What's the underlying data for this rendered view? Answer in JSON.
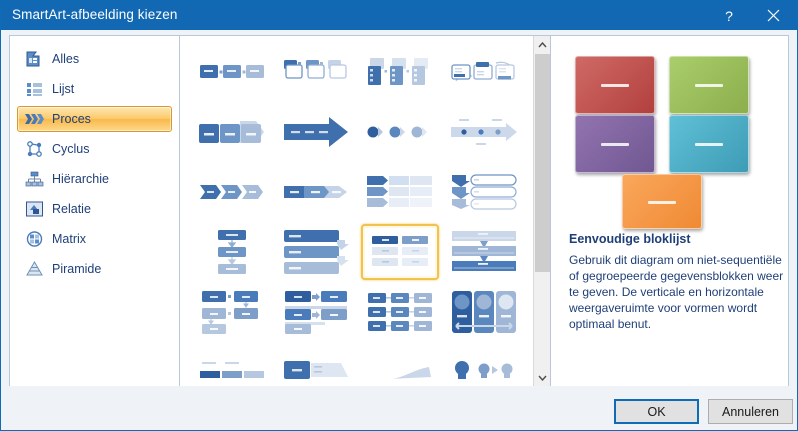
{
  "window": {
    "title": "SmartArt-afbeelding kiezen",
    "help_label": "?",
    "close_label": "✕",
    "titlebar_color": "#1268b3",
    "border_color": "#0d6cb5"
  },
  "sidebar": {
    "items": [
      {
        "label": "Alles",
        "icon": "all-shapes-icon",
        "selected": false
      },
      {
        "label": "Lijst",
        "icon": "list-icon",
        "selected": false
      },
      {
        "label": "Proces",
        "icon": "process-icon",
        "selected": true
      },
      {
        "label": "Cyclus",
        "icon": "cycle-icon",
        "selected": false
      },
      {
        "label": "Hiërarchie",
        "icon": "hierarchy-icon",
        "selected": false
      },
      {
        "label": "Relatie",
        "icon": "relationship-icon",
        "selected": false
      },
      {
        "label": "Matrix",
        "icon": "matrix-icon",
        "selected": false
      },
      {
        "label": "Piramide",
        "icon": "pyramid-icon",
        "selected": false
      }
    ],
    "selected_index": 2,
    "selection_color": "#f9b94b"
  },
  "gallery": {
    "columns": 4,
    "selected_index": 14,
    "selection_color": "#f3c24a",
    "items": [
      {
        "name": "basic-process"
      },
      {
        "name": "step-down-process"
      },
      {
        "name": "accent-process"
      },
      {
        "name": "continuous-block-process"
      },
      {
        "name": "increasing-arrow-process"
      },
      {
        "name": "basic-arrow-process"
      },
      {
        "name": "process-arrows"
      },
      {
        "name": "arrow-ribbon"
      },
      {
        "name": "basic-chevron-process"
      },
      {
        "name": "closed-chevron-process"
      },
      {
        "name": "chevron-list"
      },
      {
        "name": "vertical-process-list"
      },
      {
        "name": "vertical-bending-process"
      },
      {
        "name": "step-up-process"
      },
      {
        "name": "basic-block-list"
      },
      {
        "name": "vertical-arrow-list"
      },
      {
        "name": "sub-step-process"
      },
      {
        "name": "phased-process"
      },
      {
        "name": "detailed-process"
      },
      {
        "name": "circle-picture-process"
      },
      {
        "name": "equation-process"
      },
      {
        "name": "funnel-process"
      },
      {
        "name": "gear-process"
      },
      {
        "name": "random-to-result-process"
      }
    ],
    "scrollbar": {
      "up_arrow": "▲",
      "down_arrow": "▼",
      "thumb_top_pct": 5,
      "thumb_height_pct": 62
    }
  },
  "preview": {
    "title": "Eenvoudige bloklijst",
    "description": "Gebruik dit diagram om niet-sequentiële of gegroepeerde gegevensblokken weer te geven. De verticale en horizontale weergaveruimte voor vormen wordt optimaal benut.",
    "blocks": [
      {
        "color": "#c0504d",
        "label": ""
      },
      {
        "color": "#9bbb59",
        "label": ""
      },
      {
        "color": "#8064a2",
        "label": ""
      },
      {
        "color": "#4bacc6",
        "label": ""
      },
      {
        "color": "#f79646",
        "label": ""
      }
    ]
  },
  "footer": {
    "ok_label": "OK",
    "cancel_label": "Annuleren"
  }
}
